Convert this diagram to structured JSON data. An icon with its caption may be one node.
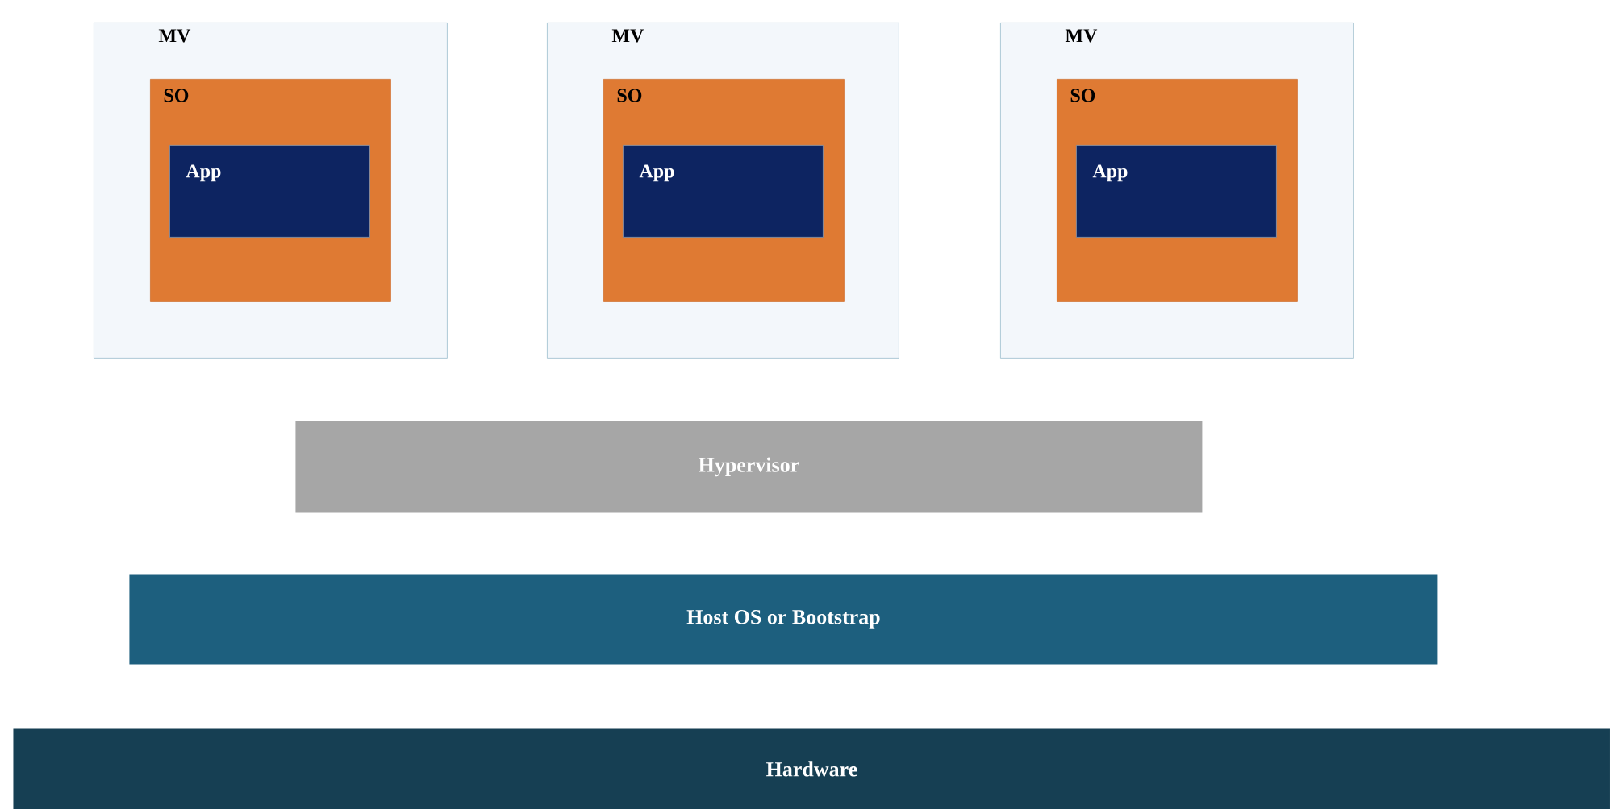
{
  "diagram": {
    "nodes": [
      {
        "text": [
          "MV"
        ]
      },
      {
        "text": [
          "SO"
        ],
        "in": 0
      },
      {
        "text": [
          "App"
        ],
        "in": 1
      },
      {
        "text": [
          "MV"
        ]
      },
      {
        "text": [
          "SO"
        ],
        "in": 3
      },
      {
        "text": [
          "App"
        ],
        "in": 4
      },
      {
        "text": [
          "MV"
        ]
      },
      {
        "text": [
          "SO"
        ],
        "in": 6
      },
      {
        "text": [
          "App"
        ],
        "in": 7
      },
      {
        "text": [
          "Hypervisor"
        ]
      },
      {
        "text": [
          "Host OS or Bootstrap"
        ]
      },
      {
        "text": [
          "Hardware"
        ]
      }
    ]
  }
}
